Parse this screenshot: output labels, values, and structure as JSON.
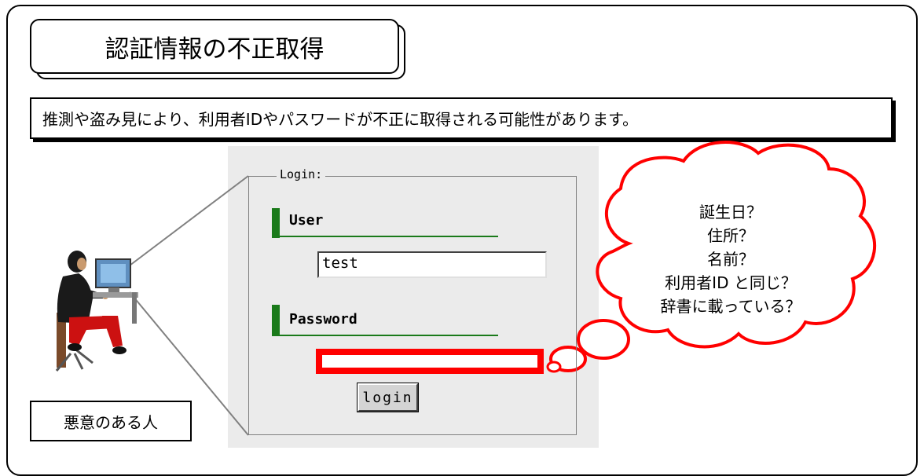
{
  "title": "認証情報の不正取得",
  "description": "推測や盗み見により、利用者IDやパスワードが不正に取得される可能性があります。",
  "login_form": {
    "legend": "Login:",
    "user_label": "User",
    "user_value": "test",
    "password_label": "Password",
    "password_value": "",
    "button_label": "login"
  },
  "person_label": "悪意のある人",
  "thought_bubble": {
    "lines": [
      "誕生日？",
      "住所？",
      "名前？",
      "利用者ID と同じ？",
      "辞書に載っている？"
    ]
  },
  "colors": {
    "highlight": "#ff0000",
    "accent_green": "#1a7a1a",
    "panel_bg": "#ebebeb"
  }
}
